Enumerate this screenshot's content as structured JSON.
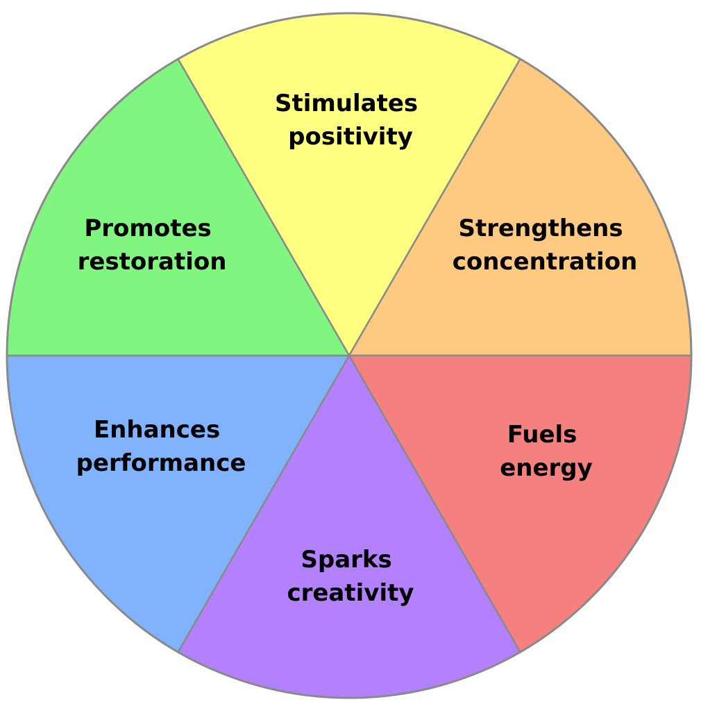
{
  "segments": [
    {
      "line1": "Stimulates",
      "line2": "positivity",
      "color": "#fefe80"
    },
    {
      "line1": "Strengthens",
      "line2": "concentration",
      "color": "#fec981"
    },
    {
      "line1": "Fuels",
      "line2": "energy",
      "color": "#f58080"
    },
    {
      "line1": "Sparks",
      "line2": "creativity",
      "color": "#b380fe"
    },
    {
      "line1": "Enhances",
      "line2": "performance",
      "color": "#80b2fe"
    },
    {
      "line1": "Promotes",
      "line2": "restoration",
      "color": "#80f680"
    }
  ],
  "outline_color": "#8a8a8a"
}
